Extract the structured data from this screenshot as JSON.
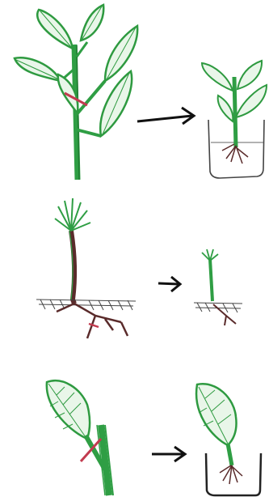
{
  "colors": {
    "stem_green": "#2f9e44",
    "leaf_outline": "#2e9a40",
    "leaf_fill": "#e9f6e9",
    "cut_red": "#c23b4f",
    "root_brown": "#5a2b2b",
    "arrow": "#111111",
    "soil": "#444444",
    "jar": "#444444"
  },
  "panels": [
    {
      "name": "stem-cutting-row",
      "icons": [
        "cutting-plant-icon",
        "arrow-right-icon",
        "rooted-cutting-in-jar-icon"
      ]
    },
    {
      "name": "root-sucker-row",
      "icons": [
        "palm-with-roots-icon",
        "arrow-right-icon",
        "small-sucker-icon"
      ]
    },
    {
      "name": "leaf-cutting-row",
      "icons": [
        "leaf-with-cut-stem-icon",
        "arrow-right-icon",
        "leaf-rooted-in-pot-icon"
      ]
    }
  ]
}
